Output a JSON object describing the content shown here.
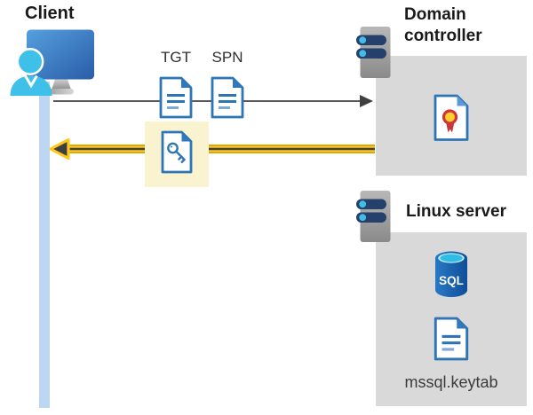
{
  "client": {
    "label": "Client"
  },
  "flow": {
    "tgt_label": "TGT",
    "spn_label": "SPN",
    "request_arrow": "client-to-domain-controller",
    "response_arrow": "domain-controller-to-client"
  },
  "domain_controller": {
    "label": "Domain controller"
  },
  "linux_server": {
    "label": "Linux server",
    "sql_icon_label": "SQL",
    "keytab_label": "mssql.keytab"
  },
  "colors": {
    "doc_blue": "#2E75B6",
    "doc_blue_light": "#7FA8D9",
    "doc_fold_blue": "#3179BC",
    "highlight_yellow_bg": "#FAF3CF",
    "arrow_yellow": "#FFC81E",
    "arrow_gold_edge": "#D8A400",
    "arrow_dark": "#3F3F3F",
    "request_arrow_gray": "#595959",
    "panel_gray": "#D9D9D9",
    "timeline_blue": "#BDD7F3",
    "server_navy": "#24406B",
    "server_led_cyan": "#41BDE8",
    "person_cyan": "#3EC0E9",
    "sql_body_blue": "#1763B0",
    "sql_top_cyan": "#2FBCE9",
    "seal_red": "#D13438",
    "seal_yellow": "#FFD02E",
    "text_dark": "#1a1a1a"
  }
}
